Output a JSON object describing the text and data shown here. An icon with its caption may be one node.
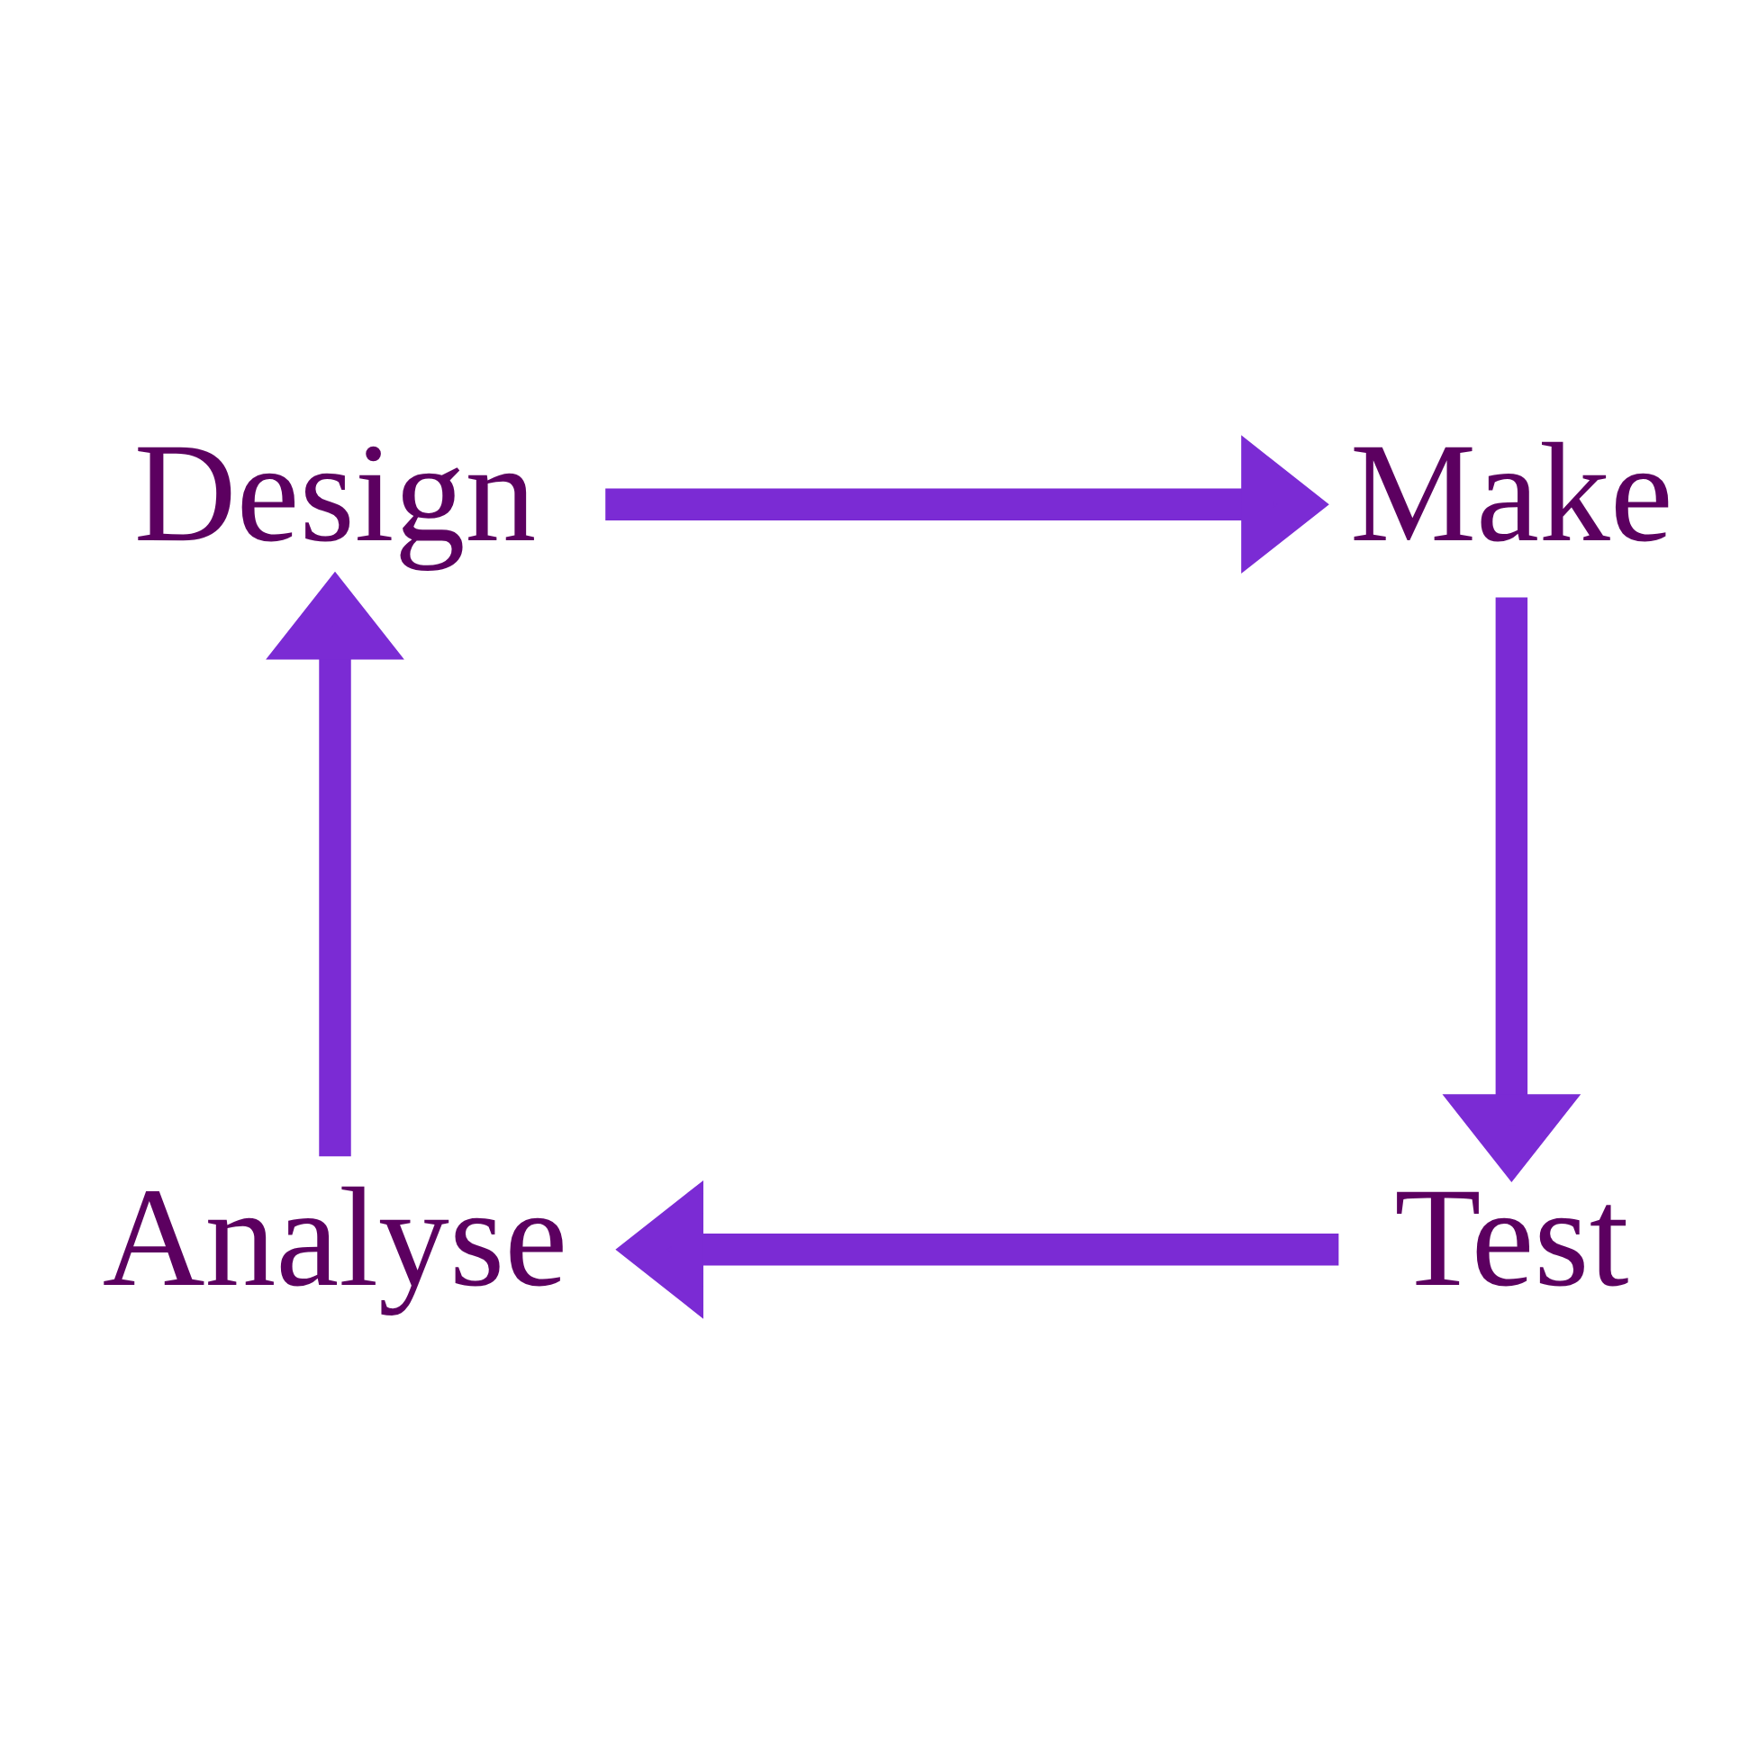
{
  "diagram": {
    "nodes": [
      {
        "text": [
          "Design"
        ]
      },
      {
        "text": [
          "Make"
        ]
      },
      {
        "text": [
          "Test"
        ]
      },
      {
        "text": [
          "Analyse"
        ]
      }
    ],
    "edges": [
      {
        "from": 0,
        "to": 1,
        "arrow": "to"
      },
      {
        "from": 1,
        "to": 2,
        "arrow": "to"
      },
      {
        "from": 2,
        "to": 3,
        "arrow": "to"
      },
      {
        "from": 3,
        "to": 0,
        "arrow": "to"
      }
    ]
  }
}
